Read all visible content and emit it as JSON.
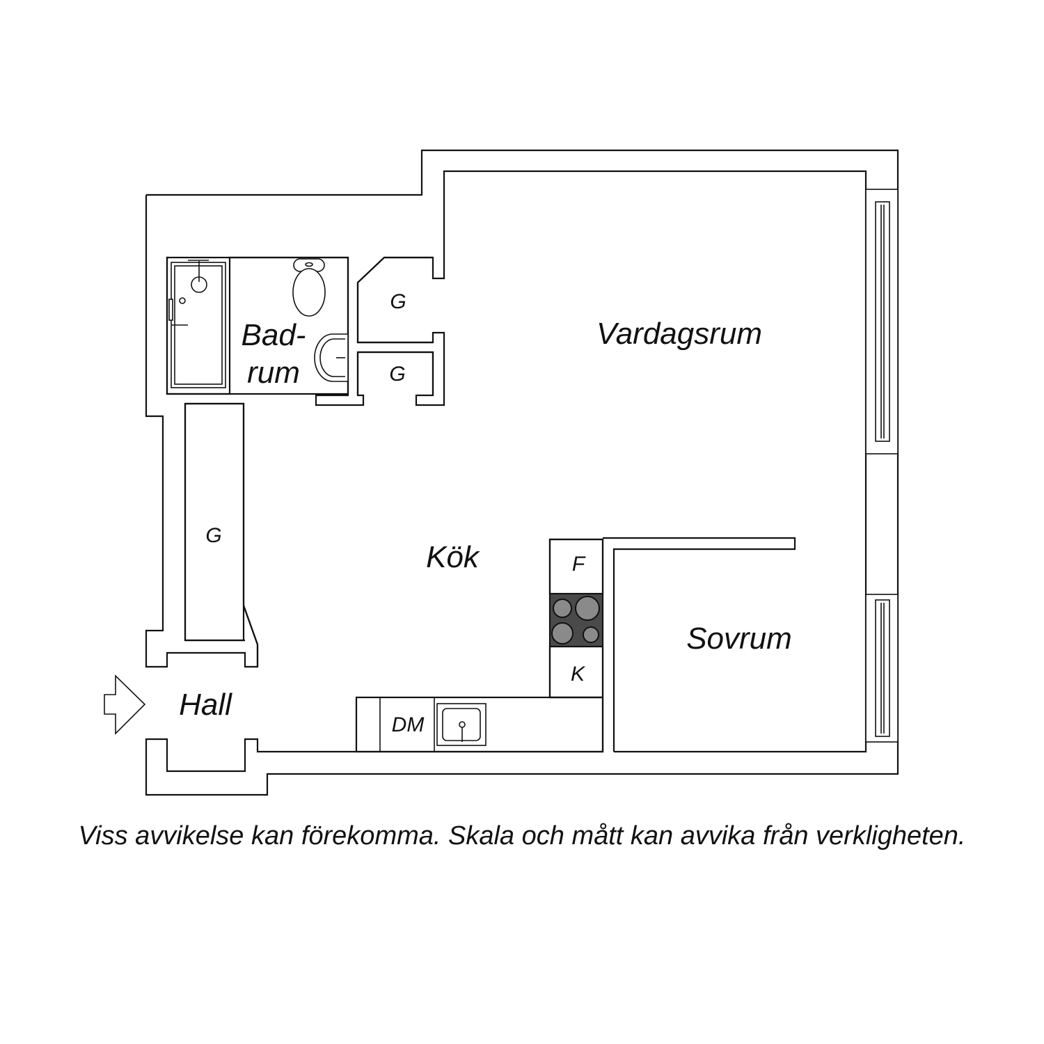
{
  "rooms": {
    "vardagsrum": "Vardagsrum",
    "badrum_line1": "Bad-",
    "badrum_line2": "rum",
    "kok": "Kök",
    "sovrum": "Sovrum",
    "hall": "Hall"
  },
  "storage": {
    "g_upper": "G",
    "g_lower": "G",
    "g_hall": "G"
  },
  "appliances": {
    "fridge": "F",
    "freezer": "K",
    "dishwasher": "DM"
  },
  "disclaimer": "Viss avvikelse kan förekomma. Skala och mått kan avvika från verkligheten."
}
